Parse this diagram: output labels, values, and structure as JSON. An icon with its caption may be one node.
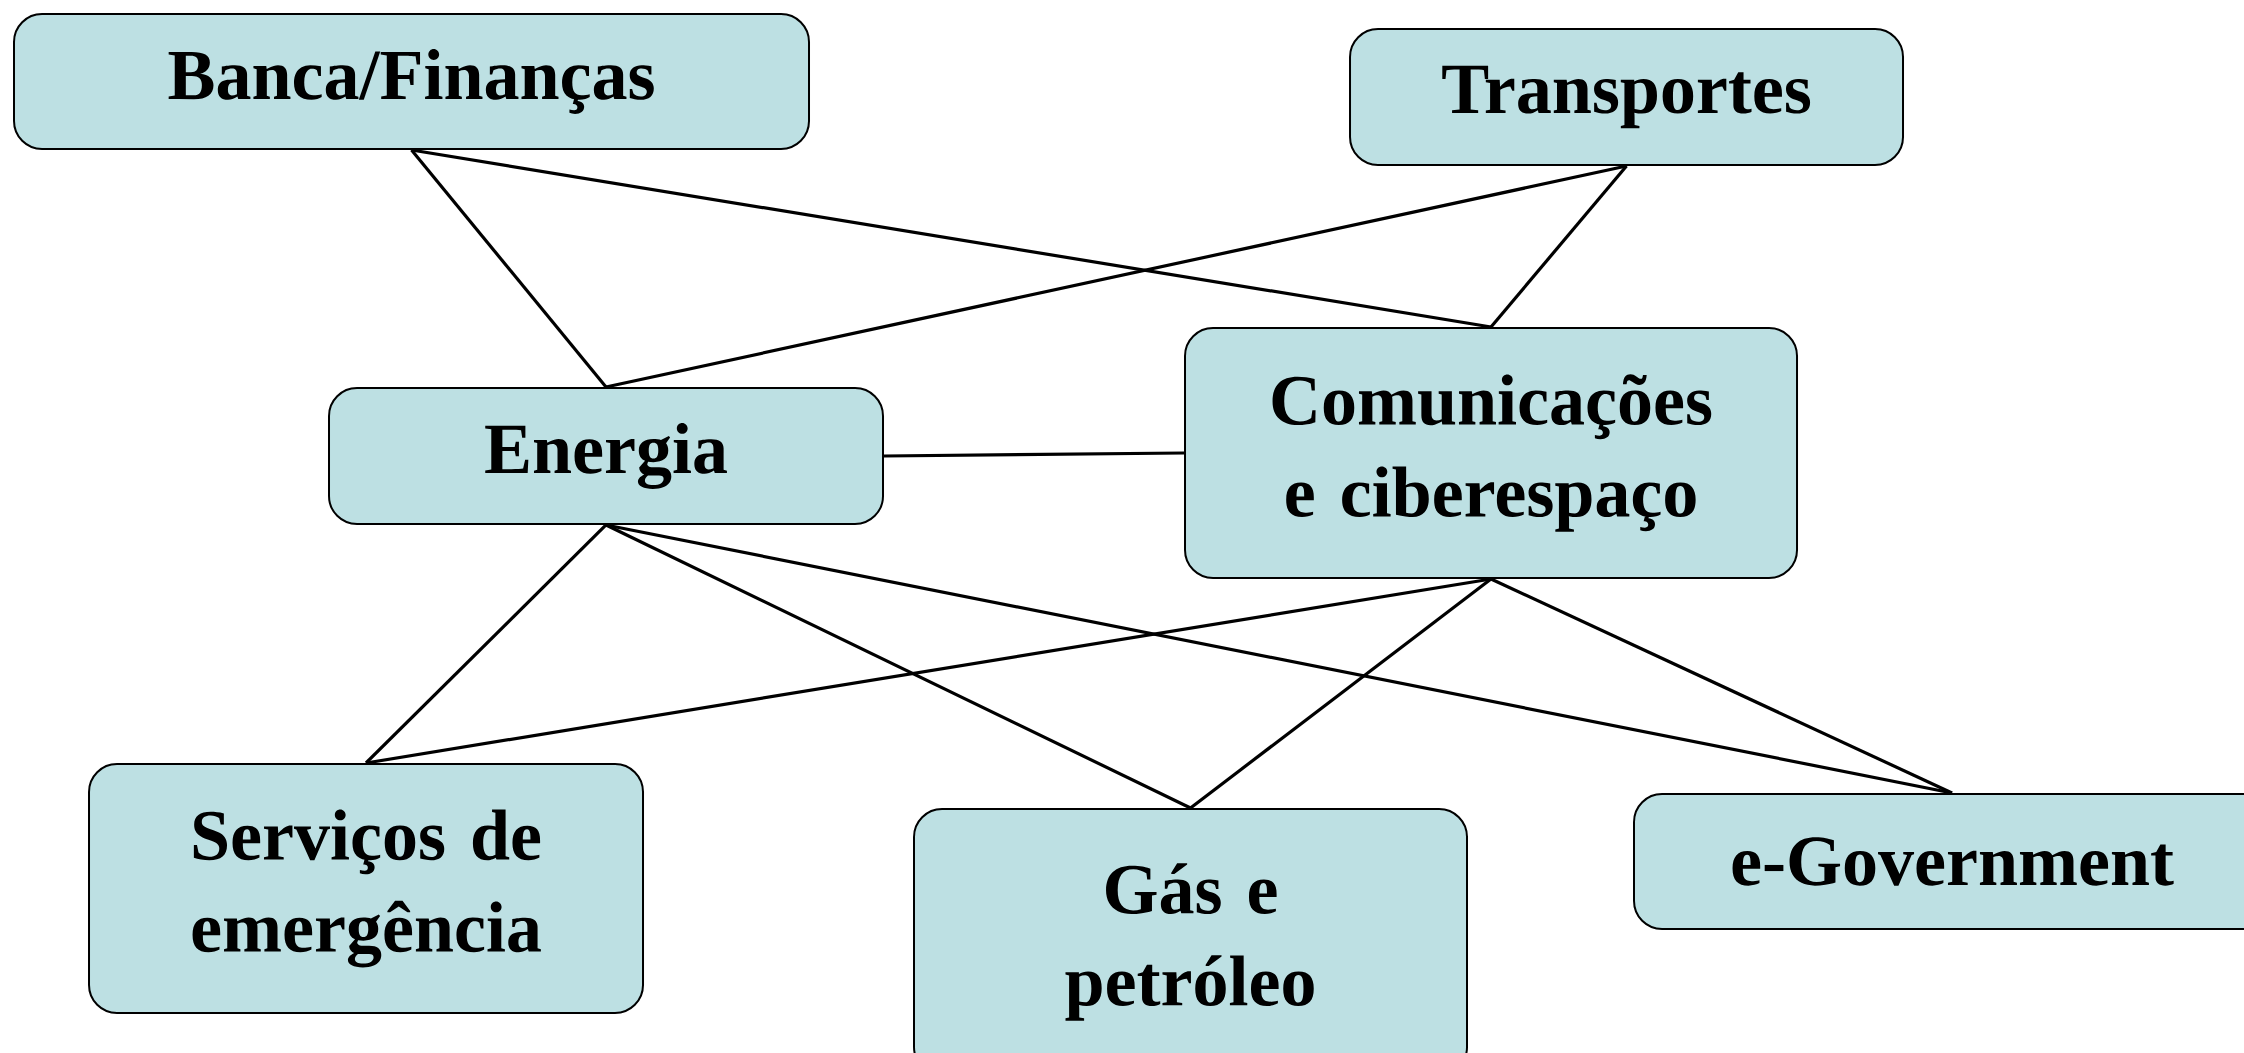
{
  "diagram": {
    "nodes": [
      {
        "text": [
          "Banca/Finanças"
        ]
      },
      {
        "text": [
          "Transportes"
        ]
      },
      {
        "text": [
          "Energia"
        ]
      },
      {
        "text": [
          "Comunicações e ciberespaço"
        ]
      },
      {
        "text": [
          "Serviços de emergência"
        ]
      },
      {
        "text": [
          "Gás e petróleo"
        ]
      },
      {
        "text": [
          "e-Government"
        ]
      }
    ],
    "edges": [
      {
        "from": 0,
        "to": 2,
        "arrow": "none"
      },
      {
        "from": 0,
        "to": 3,
        "arrow": "none"
      },
      {
        "from": 1,
        "to": 2,
        "arrow": "none"
      },
      {
        "from": 1,
        "to": 3,
        "arrow": "none"
      },
      {
        "from": 2,
        "to": 3,
        "arrow": "none"
      },
      {
        "from": 2,
        "to": 4,
        "arrow": "none"
      },
      {
        "from": 2,
        "to": 5,
        "arrow": "none"
      },
      {
        "from": 2,
        "to": 6,
        "arrow": "none"
      },
      {
        "from": 3,
        "to": 4,
        "arrow": "none"
      },
      {
        "from": 3,
        "to": 5,
        "arrow": "none"
      },
      {
        "from": 3,
        "to": 6,
        "arrow": "none"
      }
    ]
  }
}
